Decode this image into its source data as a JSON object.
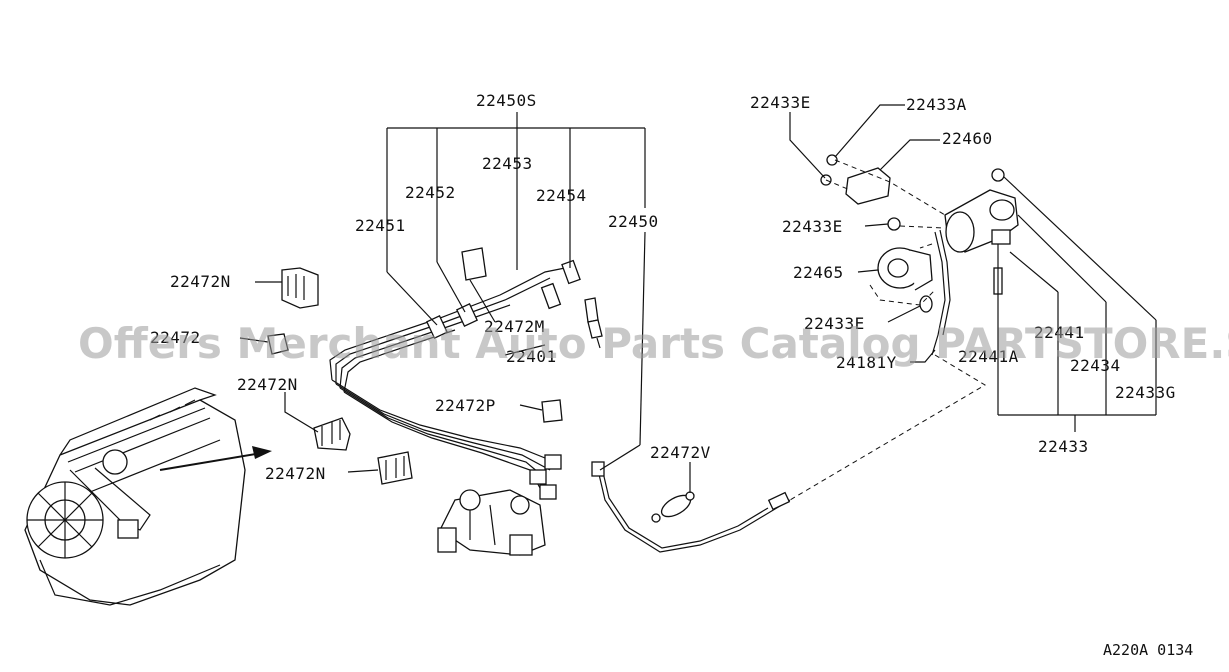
{
  "diagram": {
    "part_labels": {
      "p22450S": "22450S",
      "p22453": "22453",
      "p22452": "22452",
      "p22454": "22454",
      "p22451": "22451",
      "p22450": "22450",
      "p22472N_a": "22472N",
      "p22472_b": "22472",
      "p22472M": "22472M",
      "p22401": "22401",
      "p22472N_c": "22472N",
      "p22472P": "22472P",
      "p22472N_d": "22472N",
      "p22472V": "22472V",
      "p22433E_a": "22433E",
      "p22433A": "22433A",
      "p22460": "22460",
      "p22433E_b": "22433E",
      "p22465": "22465",
      "p22433E_c": "22433E",
      "p24181Y": "24181Y",
      "p22441": "22441",
      "p22441A": "22441A",
      "p22434": "22434",
      "p22433G": "22433G",
      "p22433": "22433"
    },
    "watermark": "Offers Merchant Auto Parts Catalog PARTSTORE.SA",
    "diagram_code": "A220A 0134"
  }
}
